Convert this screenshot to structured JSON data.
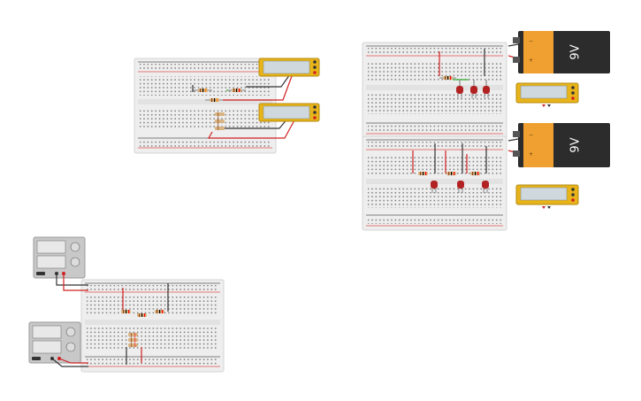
{
  "canvas": {
    "background": "#ffffff"
  },
  "colors": {
    "breadboard": "#eeeeee",
    "breadboard_edge": "#d4d4d4",
    "hole": "#707070",
    "rail_red": "#e05050",
    "rail_dark": "#5a5a5a",
    "wire_red": "#d02020",
    "wire_black": "#333333",
    "wire_green": "#30b030",
    "multimeter_body": "#e8b419",
    "multimeter_screen": "#cfd8dc",
    "battery_body": "#2c2c2c",
    "battery_cap": "#f0a030",
    "led_red": "#b22222",
    "resistor_body": "#d9b382",
    "supply_body": "#c8c8c8"
  },
  "components": {
    "battery_label": "9V",
    "batteries": [
      "9V",
      "9V"
    ],
    "multimeters": 4,
    "power_supplies": 2
  }
}
